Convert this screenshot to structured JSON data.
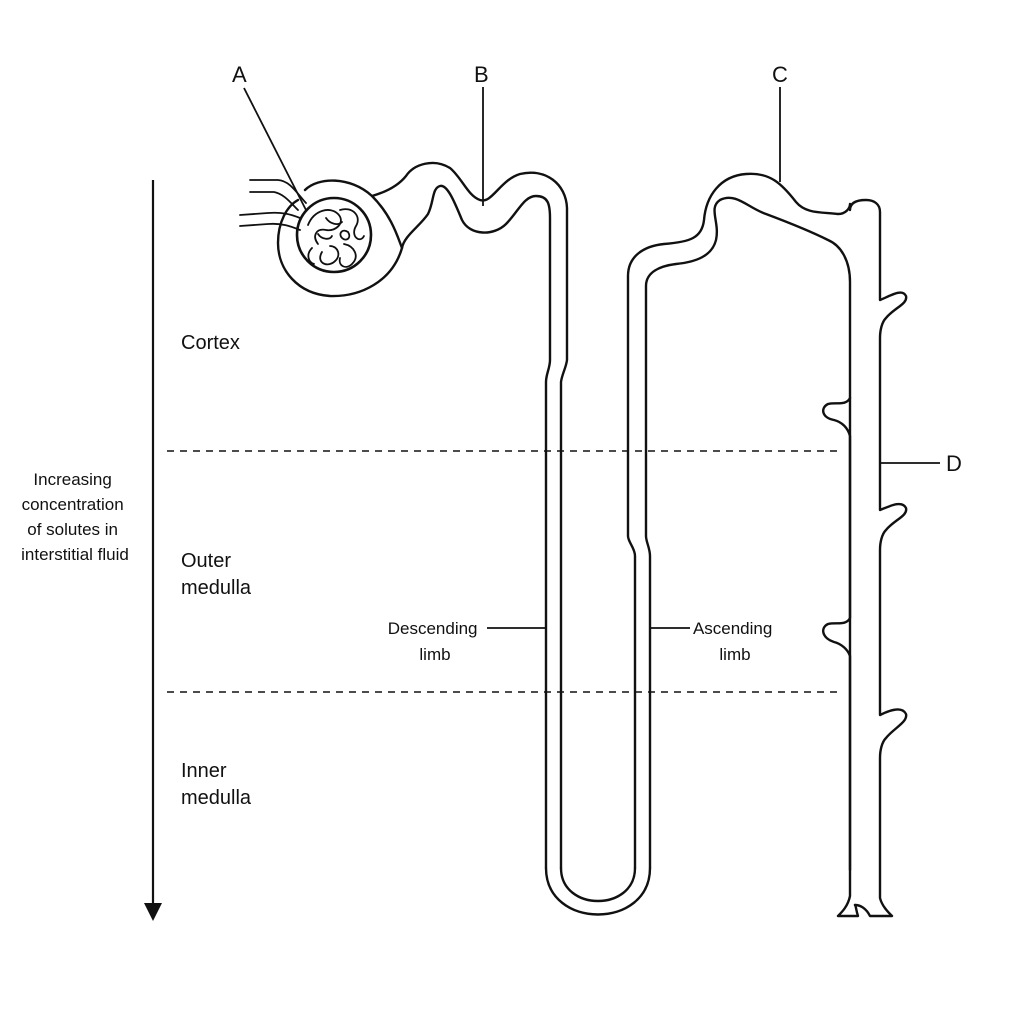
{
  "labels": {
    "a": "A",
    "b": "B",
    "c": "C",
    "d": "D"
  },
  "regions": {
    "cortex": "Cortex",
    "outer_medulla": [
      "Outer",
      "medulla"
    ],
    "inner_medulla": [
      "Inner",
      "medulla"
    ]
  },
  "limbs": {
    "descending": [
      "Descending",
      "limb"
    ],
    "ascending": [
      "Ascending",
      "limb"
    ]
  },
  "gradient_axis": {
    "lines": [
      "Increasing",
      "concentration",
      "of solutes in",
      "interstitial fluid"
    ]
  },
  "colors": {
    "stroke": "#111111",
    "background": "#ffffff"
  }
}
